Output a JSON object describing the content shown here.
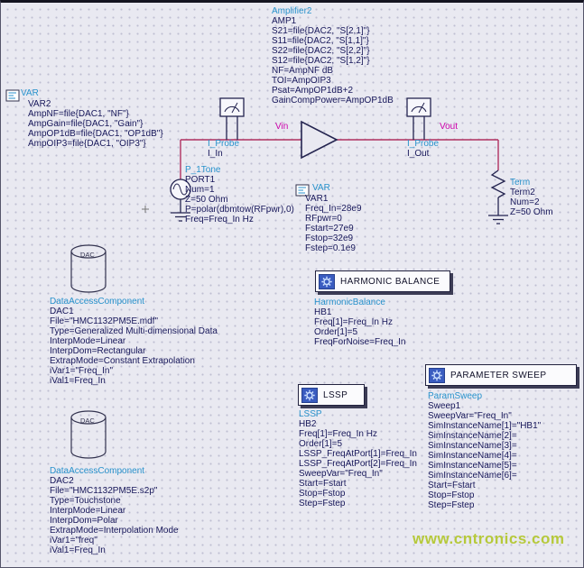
{
  "colors": {
    "component_name": "#2892cc",
    "param_text": "#17175a",
    "node_label": "#cc00aa",
    "wire": "#b03060"
  },
  "watermark": {
    "text": "www.cntronics.com"
  },
  "blocks": {
    "var2": {
      "type_label": "VAR",
      "lines": [
        "VAR2",
        "AmpNF=file{DAC1, \"NF\"}",
        "AmpGain=file{DAC1, \"Gain\"}",
        "AmpOP1dB=file{DAC1, \"OP1dB\"}",
        "AmpOIP3=file{DAC1, \"OIP3\"}"
      ]
    },
    "amplifier": {
      "type_label": "Amplifier2",
      "lines": [
        "AMP1",
        "S21=file{DAC2, \"S[2,1]\"}",
        "S11=file{DAC2, \"S[1,1]\"}",
        "S22=file{DAC2, \"S[2,2]\"}",
        "S12=file{DAC2, \"S[1,2]\"}",
        "NF=AmpNF dB",
        "TOI=AmpOIP3",
        "Psat=AmpOP1dB+2",
        "GainCompPower=AmpOP1dB"
      ]
    },
    "probe_in": {
      "type_label": "I_Probe",
      "instance": "I_In"
    },
    "probe_out": {
      "type_label": "I_Probe",
      "instance": "I_Out"
    },
    "node_in": "Vin",
    "node_out": "Vout",
    "p1tone": {
      "type_label": "P_1Tone",
      "lines": [
        "PORT1",
        "Num=1",
        "Z=50 Ohm",
        "P=polar(dbmtow(RFpwr),0)",
        "Freq=Freq_In Hz"
      ]
    },
    "var1": {
      "type_label": "VAR",
      "lines": [
        "VAR1",
        "Freq_In=28e9",
        "RFpwr=0",
        "Fstart=27e9",
        "Fstop=32e9",
        "Fstep=0.1e9"
      ]
    },
    "term": {
      "type_label": "Term",
      "lines": [
        "Term2",
        "Num=2",
        "Z=50 Ohm"
      ]
    },
    "dac1": {
      "icon_label": "DAC",
      "type_label": "DataAccessComponent",
      "lines": [
        "DAC1",
        "File=\"HMC1132PM5E.mdf\"",
        "Type=Generalized Multi-dimensional Data",
        "InterpMode=Linear",
        "InterpDom=Rectangular",
        "ExtrapMode=Constant Extrapolation",
        "iVar1=\"Freq_In\"",
        "iVal1=Freq_In"
      ]
    },
    "dac2": {
      "icon_label": "DAC",
      "type_label": "DataAccessComponent",
      "lines": [
        "DAC2",
        "File=\"HMC1132PM5E.s2p\"",
        "Type=Touchstone",
        "InterpMode=Linear",
        "InterpDom=Polar",
        "ExtrapMode=Interpolation Mode",
        "iVar1=\"freq\"",
        "iVal1=Freq_In"
      ]
    },
    "hb": {
      "title": "HARMONIC BALANCE",
      "type_label": "HarmonicBalance",
      "lines": [
        "HB1",
        "Freq[1]=Freq_In Hz",
        "Order[1]=5",
        "FreqForNoise=Freq_In"
      ]
    },
    "lssp": {
      "title": "LSSP",
      "type_label": "LSSP",
      "lines": [
        "HB2",
        "Freq[1]=Freq_In Hz",
        "Order[1]=5",
        "LSSP_FreqAtPort[1]=Freq_In",
        "LSSP_FreqAtPort[2]=Freq_In",
        "SweepVar=\"Freq_In\"",
        "Start=Fstart",
        "Stop=Fstop",
        "Step=Fstep"
      ]
    },
    "psweep": {
      "title": "PARAMETER SWEEP",
      "type_label": "ParamSweep",
      "lines": [
        "Sweep1",
        "SweepVar=\"Freq_In\"",
        "SimInstanceName[1]=\"HB1\"",
        "SimInstanceName[2]=",
        "SimInstanceName[3]=",
        "SimInstanceName[4]=",
        "SimInstanceName[5]=",
        "SimInstanceName[6]=",
        "Start=Fstart",
        "Stop=Fstop",
        "Step=Fstep"
      ]
    }
  }
}
